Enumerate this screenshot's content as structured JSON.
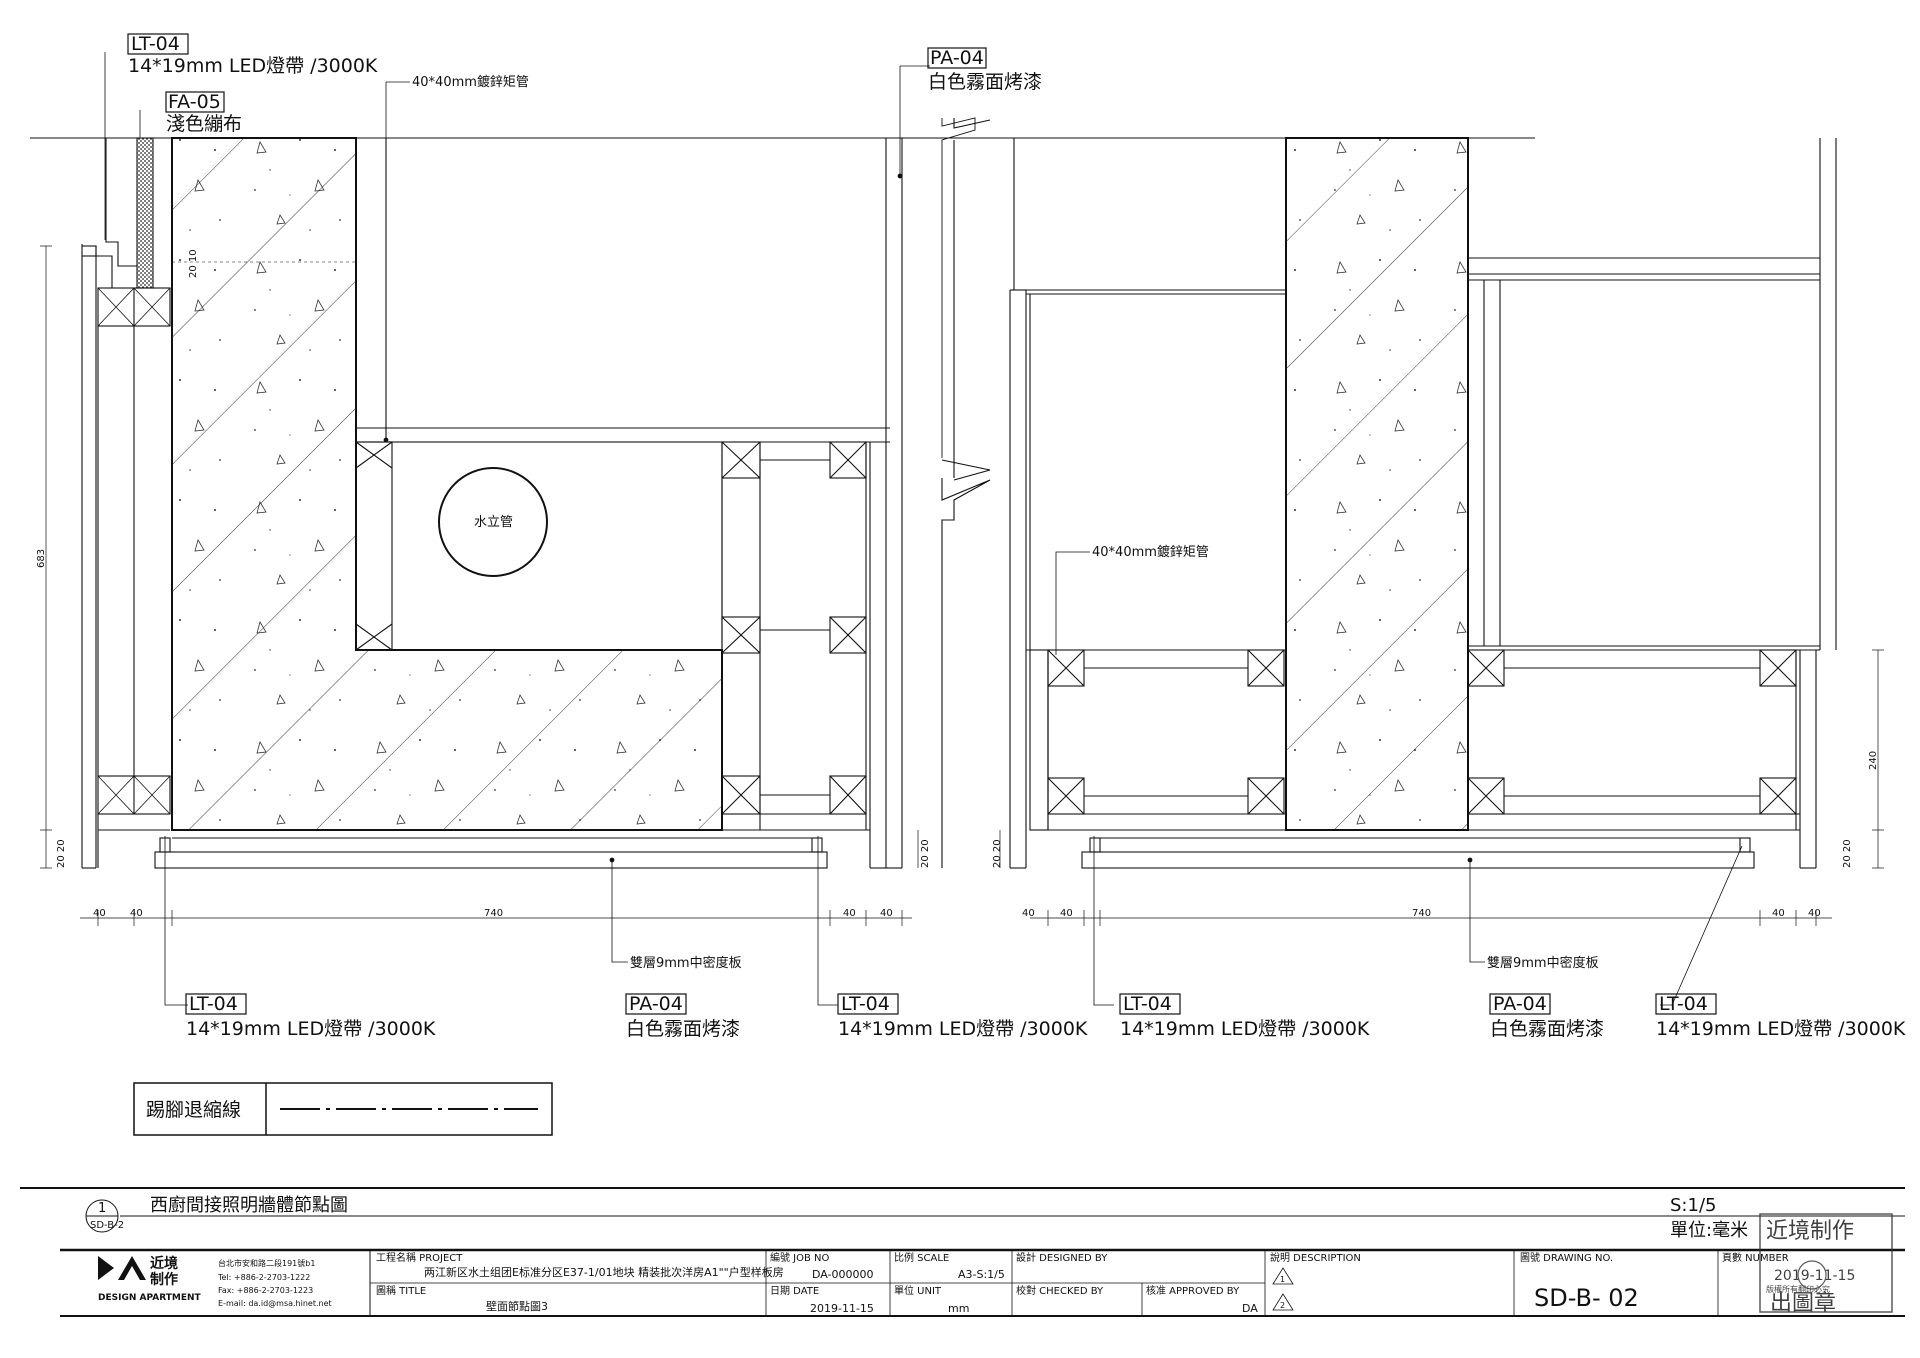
{
  "labels": {
    "lt04_top": {
      "code": "LT-04",
      "desc": "14*19mm LED燈帶 /3000K"
    },
    "fa05": {
      "code": "FA-05",
      "desc": "淺色繃布"
    },
    "tube_top": "40*40mm鍍鋅矩管",
    "pa04_top": {
      "code": "PA-04",
      "desc": "白色霧面烤漆"
    },
    "water_pipe": "水立管",
    "tube_right": "40*40mm鍍鋅矩管",
    "mdf_left": "雙層9mm中密度板",
    "mdf_right": "雙層9mm中密度板",
    "bottom_left": [
      {
        "code": "LT-04",
        "desc": "14*19mm LED燈帶 /3000K"
      },
      {
        "code": "PA-04",
        "desc": "白色霧面烤漆"
      },
      {
        "code": "LT-04",
        "desc": "14*19mm LED燈帶 /3000K"
      }
    ],
    "bottom_right": [
      {
        "code": "LT-04",
        "desc": "14*19mm LED燈帶 /3000K"
      },
      {
        "code": "PA-04",
        "desc": "白色霧面烤漆"
      },
      {
        "code": "LT-04",
        "desc": "14*19mm LED燈帶 /3000K"
      }
    ]
  },
  "dimensions": {
    "left": [
      "40",
      "40",
      "740",
      "40",
      "40"
    ],
    "right": [
      "40",
      "40",
      "740",
      "40",
      "40"
    ],
    "v_683": "683",
    "v_240": "240",
    "v_20_10": "20 10",
    "v_20_20": "20 20"
  },
  "legend": {
    "label": "踢腳退縮線"
  },
  "title": {
    "number": "1",
    "ref": "SD-B-2",
    "name": "西廚間接照明牆體節點圖",
    "scale": "S:1/5",
    "unit": "單位:毫米"
  },
  "stamp": {
    "top": "近境制作",
    "date": "2019-11-15",
    "bottom": "出圖章",
    "note": "版權所有翻印必究"
  },
  "titleblock": {
    "logo_cn1": "近境",
    "logo_cn2": "制作",
    "logo_en": "DESIGN APARTMENT",
    "address": "台北市安和路二段191號b1",
    "tel": "Tel: +886-2-2703-1222",
    "fax": "Fax: +886-2-2703-1223",
    "email": "E-mail: da.id@msa.hinet.net",
    "project_label": "工程名稱 PROJECT",
    "project_value": "两江新区水土组团E标准分区E37-1/01地块 精装批次洋房A1\"\"户型样板房",
    "title_label": "圖稱 TITLE",
    "title_value": "壁面節點圖3",
    "job_label": "編號 JOB NO",
    "job_value": "DA-000000",
    "date_label": "日期 DATE",
    "date_value": "2019-11-15",
    "scale_label": "比例 SCALE",
    "scale_value": "A3-S:1/5",
    "unit_label": "單位 UNIT",
    "unit_value": "mm",
    "designed_label": "設計 DESIGNED BY",
    "checked_label": "校對 CHECKED BY",
    "approved_label": "核准 APPROVED BY",
    "approved_value": "DA",
    "desc_label": "說明 DESCRIPTION",
    "rev1": "1",
    "rev2": "2",
    "drawing_label": "圖號 DRAWING NO.",
    "drawing_value": "SD-B- 02",
    "page_label": "頁數 NUMBER"
  }
}
